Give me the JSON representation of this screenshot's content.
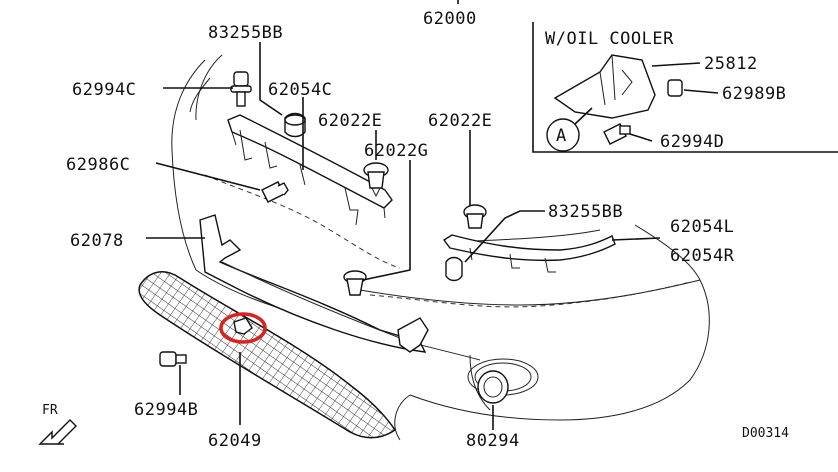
{
  "diagram": {
    "top_code": "62000",
    "inset_title": "W/OIL  COOLER",
    "inset_marker": "A",
    "drawing_id": "D00314",
    "direction": "FR",
    "parts": {
      "p83255bb_a": "83255BB",
      "p62994c": "62994C",
      "p62054c": "62054C",
      "p62022e_a": "62022E",
      "p62022e_b": "62022E",
      "p62022g": "62022G",
      "p62986c": "62986C",
      "p83255bb_b": "83255BB",
      "p62054l": "62054L",
      "p62054r": "62054R",
      "p62078": "62078",
      "p62994b": "62994B",
      "p62049": "62049",
      "p80294": "80294",
      "p25812": "25812",
      "p62989b": "62989B",
      "p62994d": "62994D"
    },
    "highlight_color": "#d9231d"
  }
}
